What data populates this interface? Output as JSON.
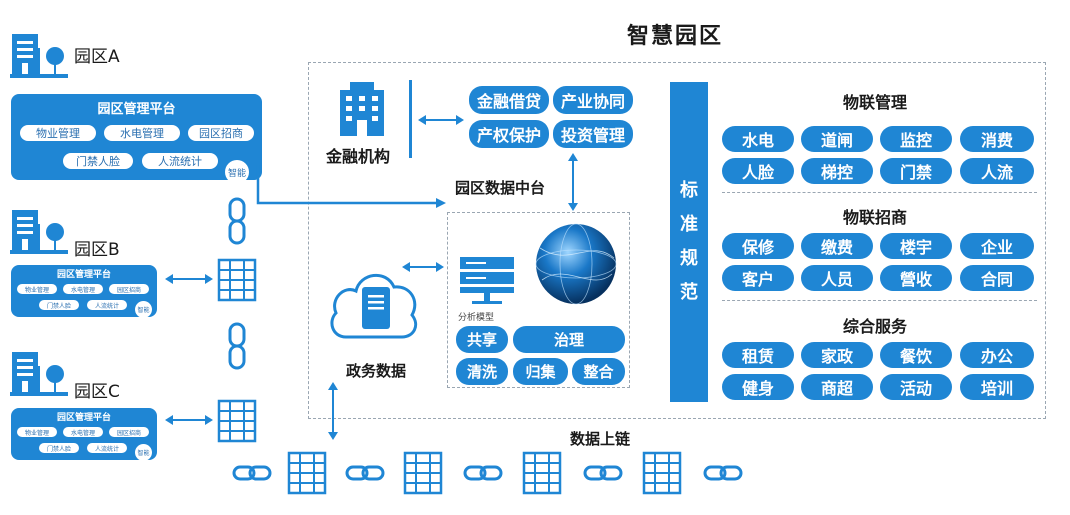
{
  "title": "智慧园区",
  "parks": [
    {
      "name": "园区A"
    },
    {
      "name": "园区B"
    },
    {
      "name": "园区C"
    }
  ],
  "platform_a": {
    "title": "园区管理平台",
    "items": [
      "物业管理",
      "水电管理",
      "园区招商",
      "门禁人脸",
      "人流统计"
    ],
    "corner": "智能"
  },
  "platform_b": {
    "title": "园区管理平台",
    "items": [
      "物业管理",
      "水电管理",
      "园区招商",
      "门禁人脸",
      "人流统计"
    ],
    "corner": "智能"
  },
  "platform_c": {
    "title": "园区管理平台",
    "items": [
      "物业管理",
      "水电管理",
      "园区招商",
      "门禁人脸",
      "人流统计"
    ],
    "corner": "智能"
  },
  "finance": {
    "label": "金融机构",
    "services": [
      "金融借贷",
      "产业协同",
      "产权保护",
      "投资管理"
    ]
  },
  "data_center": {
    "label": "园区数据中台",
    "server_caption": "分析模型",
    "tags": [
      "共享",
      "治理",
      "清洗",
      "归集",
      "整合"
    ]
  },
  "gov": {
    "label": "政务数据"
  },
  "standard": {
    "chars": [
      "标",
      "准",
      "规",
      "范"
    ]
  },
  "iot_mgmt": {
    "title": "物联管理",
    "items": [
      "水电",
      "道闸",
      "监控",
      "消费",
      "人脸",
      "梯控",
      "门禁",
      "人流"
    ]
  },
  "iot_invest": {
    "title": "物联招商",
    "items": [
      "保修",
      "缴费",
      "楼宇",
      "企业",
      "客户",
      "人员",
      "營收",
      "合同"
    ]
  },
  "services": {
    "title": "综合服务",
    "items": [
      "租赁",
      "家政",
      "餐饮",
      "办公",
      "健身",
      "商超",
      "活动",
      "培训"
    ]
  },
  "chain": {
    "label": "数据上链"
  },
  "colors": {
    "accent": "#1f86d4",
    "dash": "#9aa6b2"
  }
}
